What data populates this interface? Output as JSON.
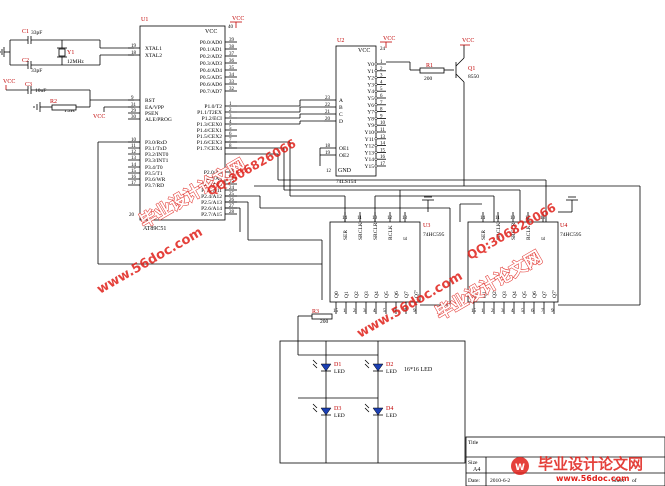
{
  "u1": {
    "ref": "U1",
    "part": "AT89C51",
    "vcc": "VCC",
    "vcc_pin": "40",
    "gnd_pin": "20",
    "left_pins": [
      {
        "num": "19",
        "name": "XTAL1"
      },
      {
        "num": "18",
        "name": "XTAL2"
      },
      {
        "num": "9",
        "name": "RST"
      },
      {
        "num": "31",
        "name": "EA/VPP"
      },
      {
        "num": "29",
        "name": "PSEN"
      },
      {
        "num": "30",
        "name": "ALE/PROG"
      },
      {
        "num": "10",
        "name": "P3.0/RxD"
      },
      {
        "num": "11",
        "name": "P3.1/TxD"
      },
      {
        "num": "12",
        "name": "P3.2/INT0"
      },
      {
        "num": "13",
        "name": "P3.3/INT1"
      },
      {
        "num": "14",
        "name": "P3.4/T0"
      },
      {
        "num": "15",
        "name": "P3.5/T1"
      },
      {
        "num": "16",
        "name": "P3.6/WR"
      },
      {
        "num": "17",
        "name": "P3.7/RD"
      }
    ],
    "right_pins": [
      {
        "num": "39",
        "name": "P0.0/AD0"
      },
      {
        "num": "38",
        "name": "P0.1/AD1"
      },
      {
        "num": "37",
        "name": "P0.2/AD2"
      },
      {
        "num": "36",
        "name": "P0.3/AD3"
      },
      {
        "num": "35",
        "name": "P0.4/AD4"
      },
      {
        "num": "34",
        "name": "P0.5/AD5"
      },
      {
        "num": "33",
        "name": "P0.6/AD6"
      },
      {
        "num": "32",
        "name": "P0.7/AD7"
      },
      {
        "num": "1",
        "name": "P1.0/T2"
      },
      {
        "num": "2",
        "name": "P1.1/T2EX"
      },
      {
        "num": "3",
        "name": "P1.2/ECI"
      },
      {
        "num": "4",
        "name": "P1.3/CEX0"
      },
      {
        "num": "5",
        "name": "P1.4/CEX1"
      },
      {
        "num": "6",
        "name": "P1.5/CEX2"
      },
      {
        "num": "7",
        "name": "P1.6/CEX3"
      },
      {
        "num": "8",
        "name": "P1.7/CEX4"
      },
      {
        "num": "21",
        "name": "P2.0/A8"
      },
      {
        "num": "22",
        "name": "P2.1/A9"
      },
      {
        "num": "23",
        "name": "P2.2/A10"
      },
      {
        "num": "24",
        "name": "P2.3/A11"
      },
      {
        "num": "25",
        "name": "P2.4/A12"
      },
      {
        "num": "26",
        "name": "P2.5/A13"
      },
      {
        "num": "27",
        "name": "P2.6/A14"
      },
      {
        "num": "28",
        "name": "P2.7/A15"
      }
    ]
  },
  "u2": {
    "ref": "U2",
    "part": "74LS154",
    "vcc": "VCC",
    "vcc_pin": "24",
    "gnd": "GND",
    "gnd_pin": "12",
    "left_pins": [
      {
        "num": "23",
        "name": "A"
      },
      {
        "num": "22",
        "name": "B"
      },
      {
        "num": "21",
        "name": "C"
      },
      {
        "num": "20",
        "name": "D"
      },
      {
        "num": "18",
        "name": "OE1"
      },
      {
        "num": "19",
        "name": "OE2"
      }
    ],
    "outputs": [
      "Y0",
      "Y1",
      "Y2",
      "Y3",
      "Y4",
      "Y5",
      "Y6",
      "Y7",
      "Y8",
      "Y9",
      "Y10",
      "Y11",
      "Y12",
      "Y13",
      "Y14",
      "Y15"
    ],
    "output_nums": [
      "1",
      "2",
      "3",
      "4",
      "5",
      "6",
      "7",
      "8",
      "9",
      "10",
      "11",
      "13",
      "14",
      "15",
      "16",
      "17"
    ]
  },
  "u3": {
    "ref": "U3",
    "part": "74HC595",
    "pins_top": [
      "SER",
      "SRCLK",
      "SRCLR",
      "RCLK",
      "E"
    ],
    "pins_top_nums": [
      "14",
      "11",
      "10",
      "12",
      "13"
    ],
    "pins_bottom": [
      "Q0",
      "Q1",
      "Q2",
      "Q3",
      "Q4",
      "Q5",
      "Q6",
      "Q7",
      "Q7'"
    ],
    "pins_bottom_nums": [
      "15",
      "1",
      "2",
      "3",
      "4",
      "5",
      "6",
      "7",
      "9"
    ]
  },
  "u4": {
    "ref": "U4",
    "part": "74HC595",
    "pins_top": [
      "SER",
      "SRCLK",
      "SRCLR",
      "RCLK",
      "E"
    ],
    "pins_top_nums": [
      "14",
      "11",
      "10",
      "12",
      "13"
    ],
    "pins_bottom": [
      "Q0",
      "Q1",
      "Q2",
      "Q3",
      "Q4",
      "Q5",
      "Q6",
      "Q7",
      "Q7'"
    ],
    "pins_bottom_nums": [
      "15",
      "1",
      "2",
      "3",
      "4",
      "5",
      "6",
      "7",
      "9"
    ]
  },
  "components": {
    "c1": {
      "ref": "C1",
      "value": "33pF"
    },
    "c2": {
      "ref": "C2",
      "value": "33pF"
    },
    "c3": {
      "ref": "C3",
      "value": "10uF"
    },
    "y1": {
      "ref": "Y1",
      "value": "12MHz"
    },
    "r1": {
      "ref": "R1",
      "value": "200"
    },
    "r2": {
      "ref": "R2",
      "value": "1.2K"
    },
    "r3": {
      "ref": "R3",
      "value": "200"
    },
    "q1": {
      "ref": "Q1",
      "value": "8550"
    },
    "vcc": "VCC"
  },
  "led_matrix": {
    "label": "16*16 LED",
    "leds": [
      {
        "ref": "D1",
        "value": "LED"
      },
      {
        "ref": "D2",
        "value": "LED"
      },
      {
        "ref": "D3",
        "value": "LED"
      },
      {
        "ref": "D4",
        "value": "LED"
      }
    ]
  },
  "title_block": {
    "title_label": "Title",
    "size_label": "Size",
    "size_value": "A4",
    "date_label": "Date:",
    "date_value": "2010-6-2",
    "sheet_label": "Sheet",
    "sheet_of": "of"
  },
  "watermarks": {
    "brand": "毕业设计论文网",
    "site": "www.56doc.com",
    "qq": "QQ:306826066",
    "site_brand": "www.56doc.com"
  },
  "colors": {
    "wire": "#000000",
    "power": "#c00000",
    "watermark": "#e0201a"
  }
}
